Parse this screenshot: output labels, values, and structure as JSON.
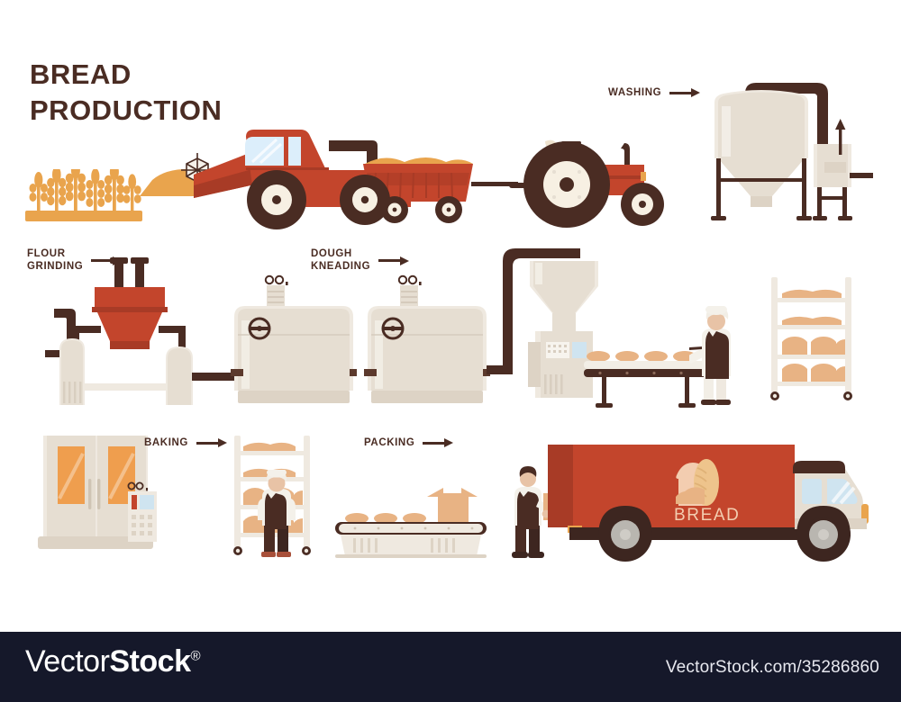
{
  "poster": {
    "title": "BREAD\nPRODUCTION",
    "background_color": "#ffffff",
    "title_color": "#4a2c23"
  },
  "stages": [
    {
      "id": "washing",
      "label": "WASHING",
      "arrow": "arrow-right-icon"
    },
    {
      "id": "flour-grinding",
      "label": "FLOUR\nGRINDING",
      "arrow": "arrow-right-icon"
    },
    {
      "id": "dough-kneading",
      "label": "DOUGH\nKNEADING",
      "arrow": "arrow-right-icon"
    },
    {
      "id": "baking",
      "label": "BAKING",
      "arrow": "arrow-right-icon"
    },
    {
      "id": "packing",
      "label": "PACKING",
      "arrow": "arrow-right-icon"
    }
  ],
  "truck": {
    "brand_text": "BREAD",
    "brand_text_color": "#f3cdb0",
    "body_color": "#c3452c",
    "cab_color": "#e6ded2"
  },
  "palette": {
    "red": "#c3452c",
    "red_dark": "#a83b26",
    "brown": "#4a2c23",
    "brown_dark": "#3d2620",
    "cream": "#e6ded2",
    "cream_light": "#efe9e0",
    "bread": "#e8b384",
    "bread_light": "#f2c79d",
    "wheat": "#e9a44d",
    "oven_glow": "#ef9e4e",
    "glass": "#d8ecf7",
    "watermark_bar": "#15182a"
  },
  "watermark": {
    "logo_light": "Vector",
    "logo_bold": "Stock",
    "registered": "®",
    "url": "VectorStock.com/35286860"
  },
  "scene_items": [
    {
      "name": "wheat-field",
      "stage": "harvest"
    },
    {
      "name": "harvester-combine",
      "stage": "harvest"
    },
    {
      "name": "grain-trailer",
      "stage": "harvest"
    },
    {
      "name": "tractor",
      "stage": "harvest"
    },
    {
      "name": "washing-silo",
      "stage": "washing"
    },
    {
      "name": "washing-unit",
      "stage": "washing"
    },
    {
      "name": "flour-grinder-hopper",
      "stage": "flour-grinding"
    },
    {
      "name": "flour-tank-left",
      "stage": "flour-grinding"
    },
    {
      "name": "flour-tank-right",
      "stage": "flour-grinding"
    },
    {
      "name": "kneading-tank-1",
      "stage": "dough-kneading"
    },
    {
      "name": "kneading-tank-2",
      "stage": "dough-kneading"
    },
    {
      "name": "dough-dispenser",
      "stage": "dough-kneading"
    },
    {
      "name": "dough-conveyor",
      "stage": "dough-kneading"
    },
    {
      "name": "baker-with-peel",
      "stage": "dough-kneading"
    },
    {
      "name": "bread-rack-proofing",
      "stage": "dough-kneading"
    },
    {
      "name": "industrial-oven",
      "stage": "baking"
    },
    {
      "name": "oven-control-panel",
      "stage": "baking"
    },
    {
      "name": "bread-rack-cooling",
      "stage": "baking"
    },
    {
      "name": "baker-at-rack",
      "stage": "baking"
    },
    {
      "name": "packing-conveyor",
      "stage": "packing"
    },
    {
      "name": "packing-box",
      "stage": "packing"
    },
    {
      "name": "worker-with-box",
      "stage": "packing"
    },
    {
      "name": "delivery-truck",
      "stage": "delivery"
    }
  ]
}
